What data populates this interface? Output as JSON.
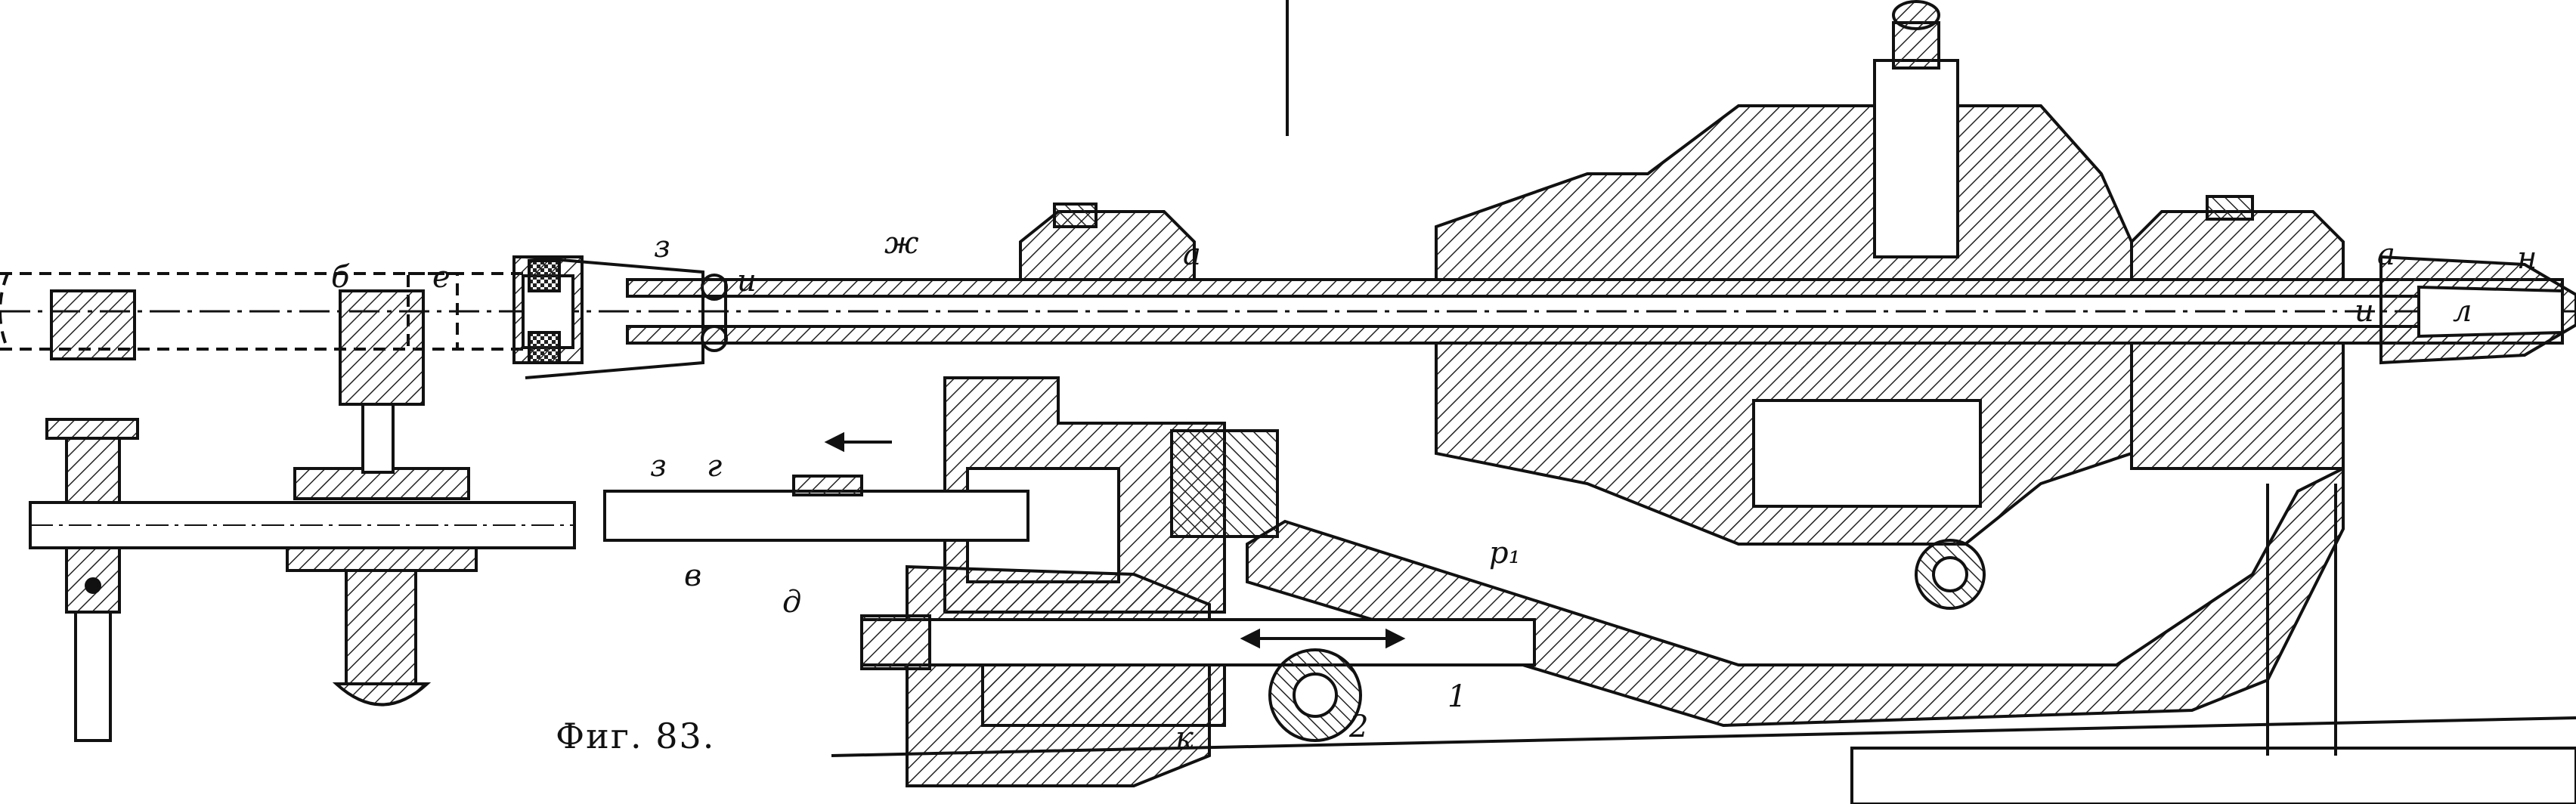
{
  "caption": "Фиг. 83.",
  "labels": {
    "b": "б",
    "e": "е",
    "z_top": "з",
    "i_left": "и",
    "zh": "ж",
    "a_left": "а",
    "a_right": "а",
    "n": "н",
    "i_right": "и",
    "l": "л",
    "z_bottom": "з",
    "g": "г",
    "v": "в",
    "d": "д",
    "p1": "p₁",
    "one": "1",
    "k": "к",
    "two": "2"
  }
}
